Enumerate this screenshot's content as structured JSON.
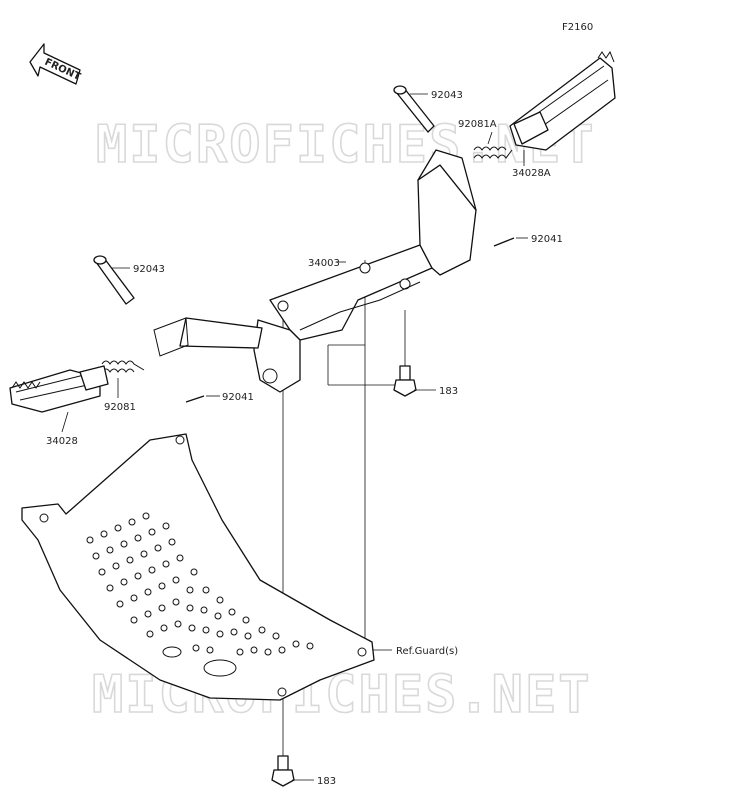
{
  "figure_code": "F2160",
  "direction_label": "FRONT",
  "watermark": "MICROFICHES.NET",
  "callouts": {
    "p92043_upper": "92043",
    "p92081A": "92081A",
    "p34028A": "34028A",
    "p92041_right": "92041",
    "p34003": "34003",
    "p92043_left": "92043",
    "p92081": "92081",
    "p92041_left": "92041",
    "p34028": "34028",
    "p183_upper": "183",
    "p183_lower": "183",
    "ref_guard": "Ref.Guard(s)"
  }
}
